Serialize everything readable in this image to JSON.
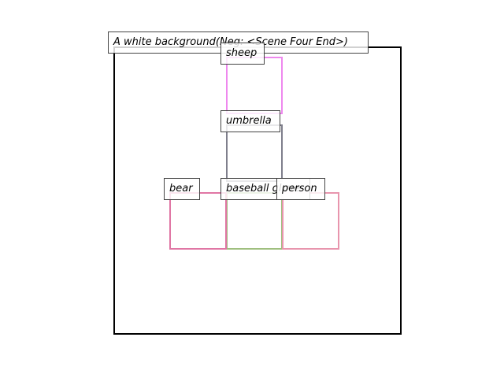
{
  "scene": {
    "caption": "A white background(Neg: <Scene Four End>)"
  },
  "objects": [
    {
      "id": "sheep",
      "label": "sheep",
      "color": "#ee88ee"
    },
    {
      "id": "umbrella",
      "label": "umbrella",
      "color": "#7f7f8c"
    },
    {
      "id": "bear",
      "label": "bear",
      "color": "#e076a4"
    },
    {
      "id": "baseball-glove",
      "label": "baseball glove",
      "color": "#9fbf7f"
    },
    {
      "id": "person",
      "label": "person",
      "color": "#e895ad"
    }
  ]
}
